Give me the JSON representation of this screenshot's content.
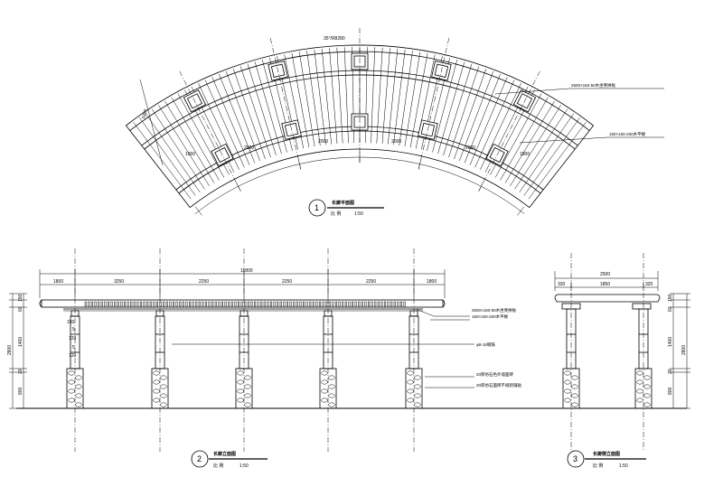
{
  "plan": {
    "radius_label": "35°/R8280",
    "width_label": "3300",
    "segments": [
      "1900",
      "2000",
      "2000",
      "2000",
      "2000",
      "1900"
    ],
    "callout_1": "2500×150-50木坐凳拼板",
    "callout_2": "150×150-200木平椽",
    "title_number": "1",
    "title_text": "长廊平面图",
    "title_scale_prefix": "比 例",
    "title_scale": "1:50"
  },
  "front": {
    "total_label": "11800",
    "segments": [
      "1800",
      "3250",
      "2250",
      "2250",
      "2250",
      "1800"
    ],
    "left_heights": [
      "150",
      "60",
      "1400",
      "20",
      "800"
    ],
    "left_total": "2800",
    "col_detail_labels": [
      "150",
      "5",
      "120",
      "5",
      "120"
    ],
    "callouts": [
      "2500×150-50木坐凳拼板",
      "150×150-200木平椽",
      "φ8-15钢筋",
      "20厚仿石色外墙面砖",
      "20厚仿石面砖不规则铺贴"
    ],
    "title_number": "2",
    "title_text": "长廊立面图",
    "title_scale_prefix": "比 例",
    "title_scale": "1:50"
  },
  "side": {
    "top_total": "2500",
    "top_segments": [
      "330",
      "1850",
      "320"
    ],
    "right_heights": [
      "150",
      "60",
      "1400",
      "20",
      "800"
    ],
    "right_total": "2800",
    "title_number": "3",
    "title_text": "长廊侧立面图",
    "title_scale_prefix": "比 例",
    "title_scale": "1:50"
  }
}
